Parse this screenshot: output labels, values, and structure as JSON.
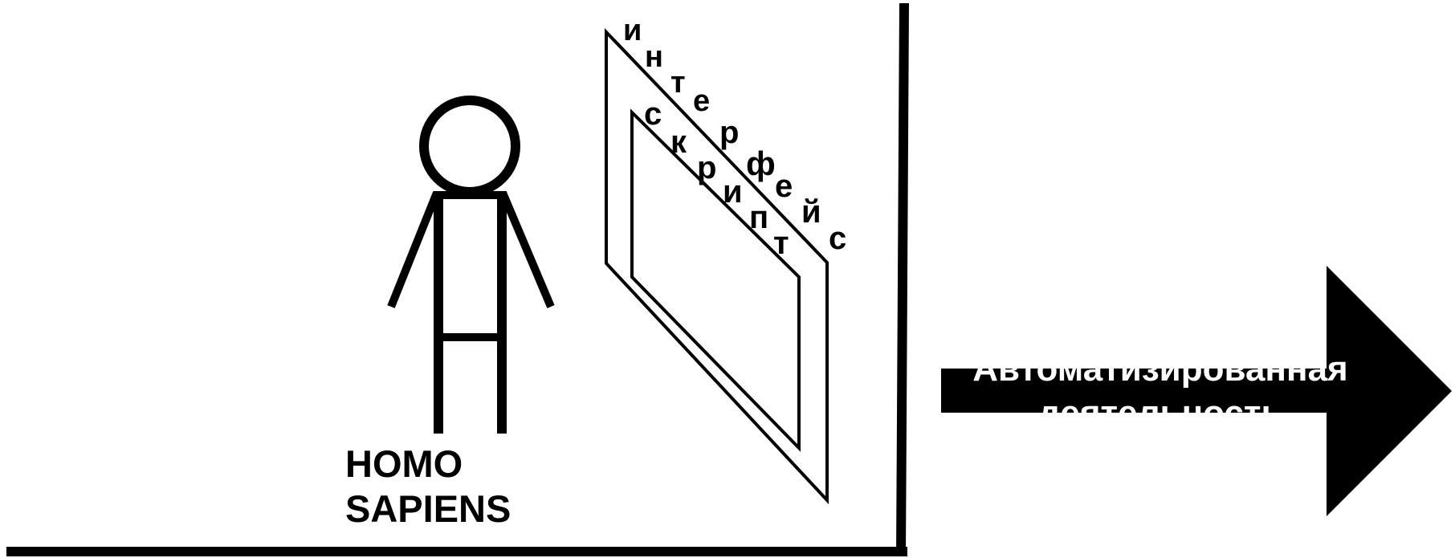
{
  "human": {
    "label_line1": "HOMO",
    "label_line2": "SAPIENS"
  },
  "screen": {
    "outer_word": [
      "и",
      "н",
      "т",
      "е",
      "р",
      "ф",
      "е",
      "й",
      "с"
    ],
    "inner_word": [
      "с",
      "к",
      "р",
      "и",
      "п",
      "т"
    ]
  },
  "arrow": {
    "line1": "Автоматизированная",
    "line2": "деятельность"
  },
  "colors": {
    "ink": "#000000",
    "background": "#ffffff",
    "arrow_text": "#ffffff"
  }
}
